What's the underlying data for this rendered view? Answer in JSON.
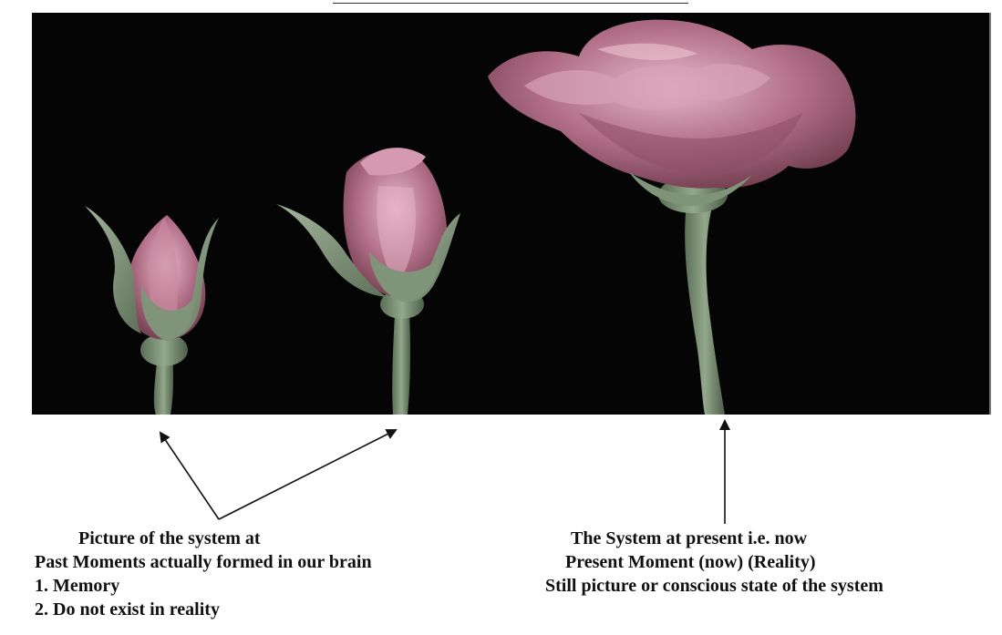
{
  "past_caption": {
    "line1": "Picture of the system at",
    "line2": "Past Moments actually formed in our brain",
    "item1": "1. Memory",
    "item2": "2. Do not exist in reality"
  },
  "present_caption": {
    "line1": "The System at present i.e. now",
    "line2": "Present Moment (now) (Reality)",
    "line3": "Still picture or conscious state of the system"
  },
  "colors": {
    "background": "#ffffff",
    "photo_background": "#050505",
    "petal": "#b06e86",
    "stem": "#7d9478",
    "text": "#111111"
  }
}
